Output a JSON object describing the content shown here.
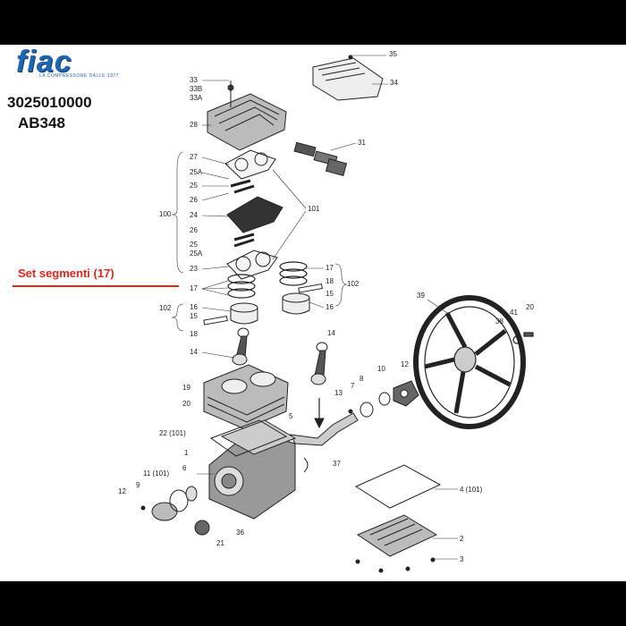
{
  "brand": {
    "logo_text": "fiac",
    "logo_sub": "LA COMPRESSORE DALLE 1977"
  },
  "product": {
    "code": "3025010000",
    "model": "AB348"
  },
  "highlight": {
    "label": "Set segmenti (17)",
    "color": "#e0261c"
  },
  "part_labels": [
    "35",
    "34",
    "33",
    "33B",
    "33A",
    "28",
    "31",
    "27",
    "25A",
    "25",
    "26",
    "24",
    "100",
    "101",
    "26",
    "25",
    "25A",
    "23",
    "17",
    "18",
    "102",
    "17",
    "15",
    "16",
    "16",
    "15",
    "102",
    "18",
    "14",
    "39",
    "20",
    "41",
    "38",
    "14",
    "12",
    "10",
    "8",
    "7",
    "13",
    "19",
    "20",
    "5",
    "22 (101)",
    "1",
    "37",
    "11 (101)",
    "6",
    "9",
    "12",
    "4 (101)",
    "36",
    "21",
    "2",
    "3"
  ]
}
